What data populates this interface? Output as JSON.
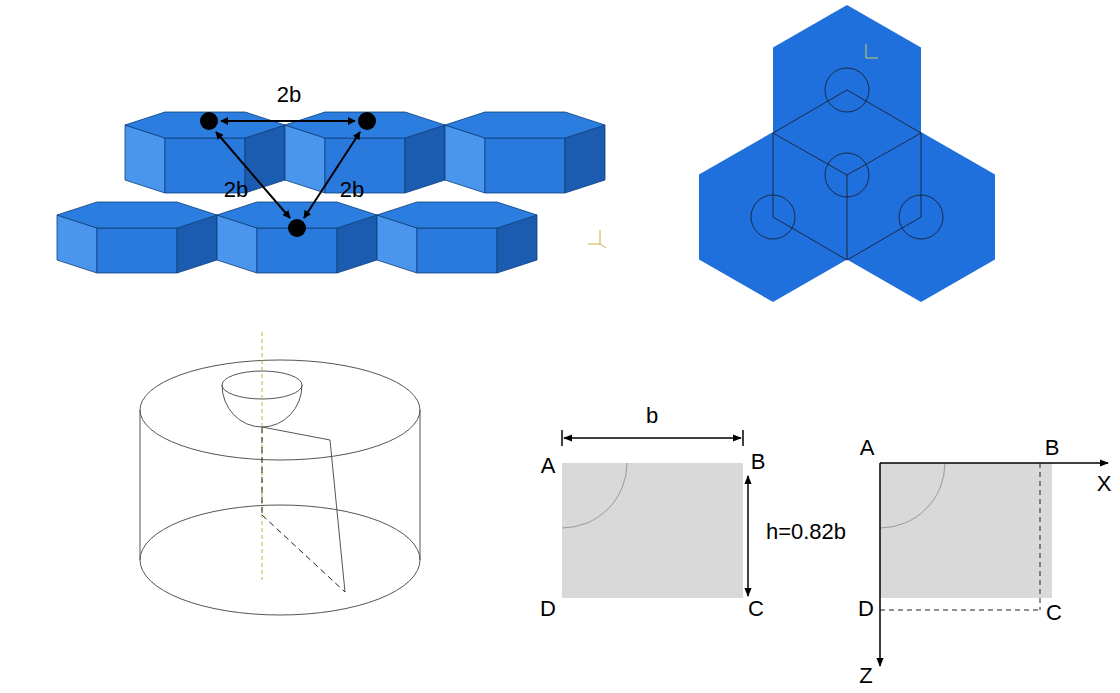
{
  "diagram": {
    "labels": [
      "2b",
      "2b",
      "2b",
      "b",
      "A",
      "B",
      "h=0.82b",
      "D",
      "C",
      "A",
      "B",
      "X",
      "D",
      "C",
      "Z"
    ]
  }
}
